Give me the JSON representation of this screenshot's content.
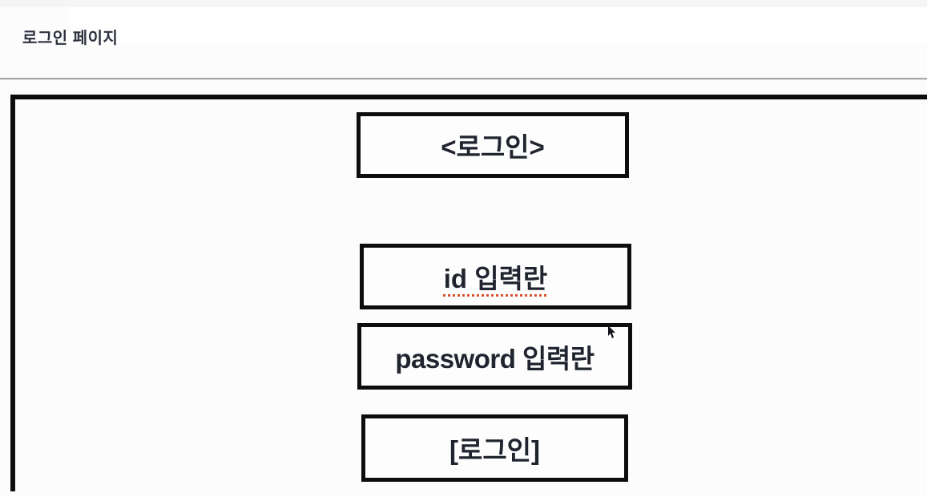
{
  "page": {
    "title": "로그인 페이지"
  },
  "wireframe": {
    "header_box": {
      "label": "<로그인>"
    },
    "id_field": {
      "label": "id 입력란"
    },
    "password_field": {
      "label": "password 입력란"
    },
    "login_button": {
      "label": "[로그인]"
    }
  },
  "icons": {
    "mouse_pointer": "cursor-arrow"
  },
  "colors": {
    "background": "#fcfcfd",
    "ink": "#0d0d0d",
    "text": "#20242e",
    "title": "#2d323e",
    "divider": "#a9a9ab",
    "spellcheck": "#d9502b"
  }
}
